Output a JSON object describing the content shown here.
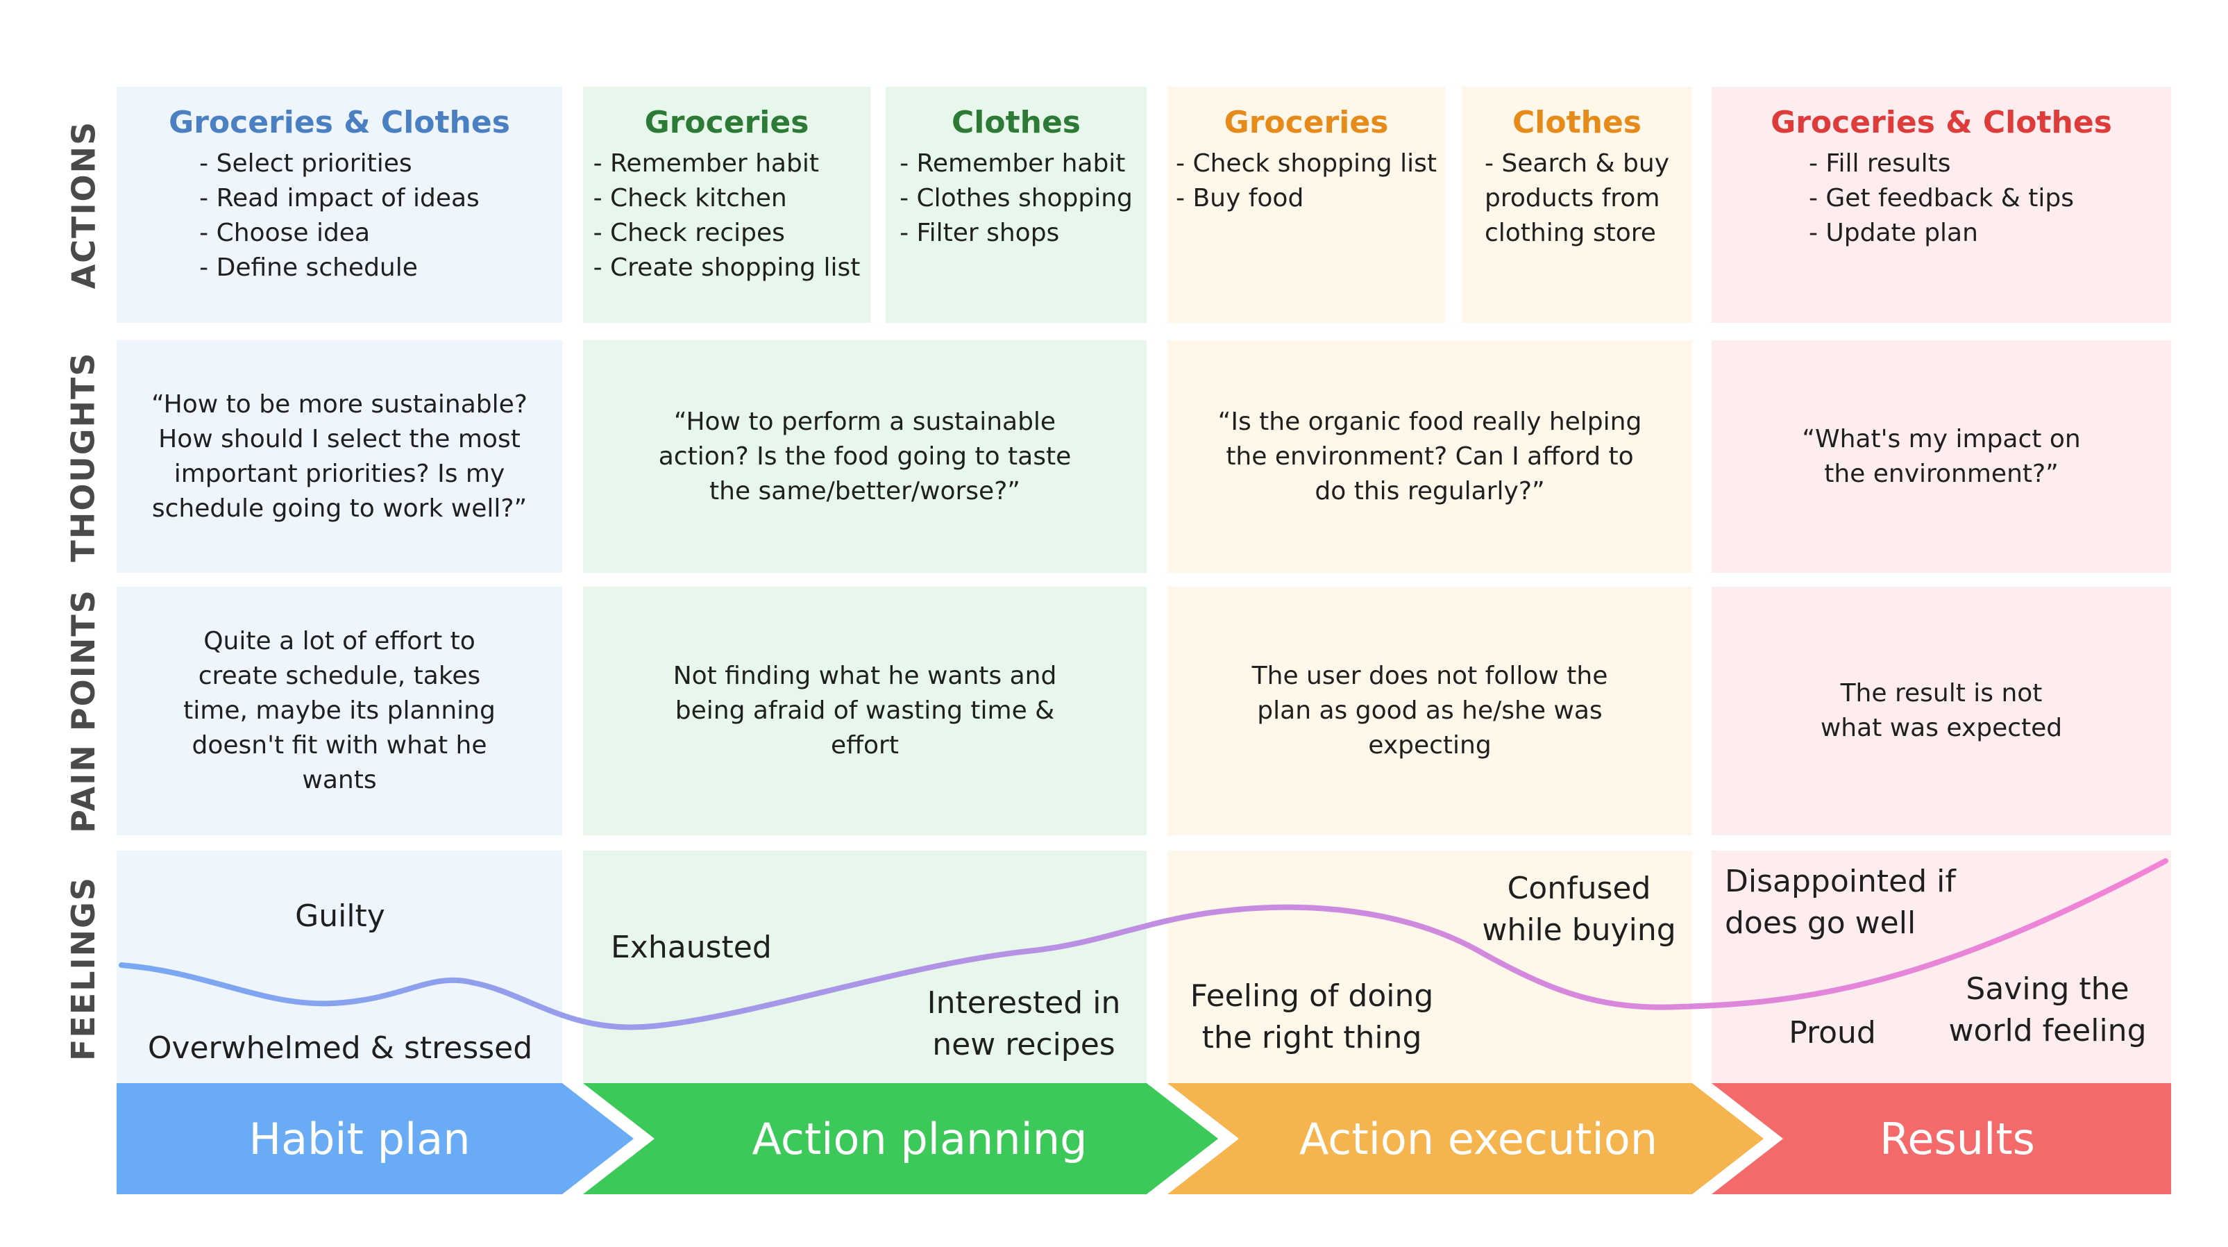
{
  "row_labels": {
    "actions": "ACTIONS",
    "thoughts": "THOUGHTS",
    "pain_points": "PAIN POINTS",
    "feelings": "FEELINGS"
  },
  "actions": {
    "habit": {
      "title": "Groceries & Clothes",
      "items": [
        "- Select priorities",
        "- Read impact of ideas",
        "- Choose idea",
        "- Define schedule"
      ]
    },
    "planning_groceries": {
      "title": "Groceries",
      "items": [
        "- Remember habit",
        "- Check kitchen",
        "- Check recipes",
        "- Create shopping list"
      ]
    },
    "planning_clothes": {
      "title": "Clothes",
      "items": [
        "- Remember habit",
        "- Clothes shopping",
        "- Filter shops"
      ]
    },
    "execution_groceries": {
      "title": "Groceries",
      "items": [
        "- Check shopping list",
        "- Buy food"
      ]
    },
    "execution_clothes": {
      "title": "Clothes",
      "items": [
        "- Search & buy",
        "products from",
        "clothing store"
      ]
    },
    "results": {
      "title": "Groceries & Clothes",
      "items": [
        "- Fill results",
        "- Get feedback & tips",
        "- Update plan"
      ]
    }
  },
  "thoughts": {
    "habit": "“How to be more sustainable? How should I select the most important priorities? Is my schedule going to work well?”",
    "planning": "“How to perform a sustainable action? Is the food going to taste the same/better/worse?”",
    "execution": "“Is the organic food really helping the environment? Can I afford to do this regularly?”",
    "results": "“What's my impact on the environment?”"
  },
  "pain_points": {
    "habit": "Quite a lot of effort to create schedule, takes time, maybe its planning doesn't fit with what he wants",
    "planning": "Not finding what he wants and being afraid of wasting time & effort",
    "execution": "The user does not follow the plan as good as he/she was expecting",
    "results": "The result is not what was expected"
  },
  "feelings": {
    "guilty": "Guilty",
    "overwhelmed": "Overwhelmed & stressed",
    "exhausted": "Exhausted",
    "interested_1": "Interested in",
    "interested_2": "new recipes",
    "right_thing_1": "Feeling of doing",
    "right_thing_2": "the right thing",
    "confused_1": "Confused",
    "confused_2": "while buying",
    "disappointed_1": "Disappointed if",
    "disappointed_2": "does go well",
    "proud": "Proud",
    "saving_1": "Saving the",
    "saving_2": "world feeling"
  },
  "stages": [
    "Habit plan",
    "Action planning",
    "Action execution",
    "Results"
  ],
  "colors": {
    "habit": "#6aabf6",
    "planning": "#3dc95a",
    "execution": "#f6b44e",
    "results": "#f46a6a",
    "curve_start": "#78a8f2",
    "curve_mid": "#c68be0",
    "curve_end": "#f383d6"
  }
}
